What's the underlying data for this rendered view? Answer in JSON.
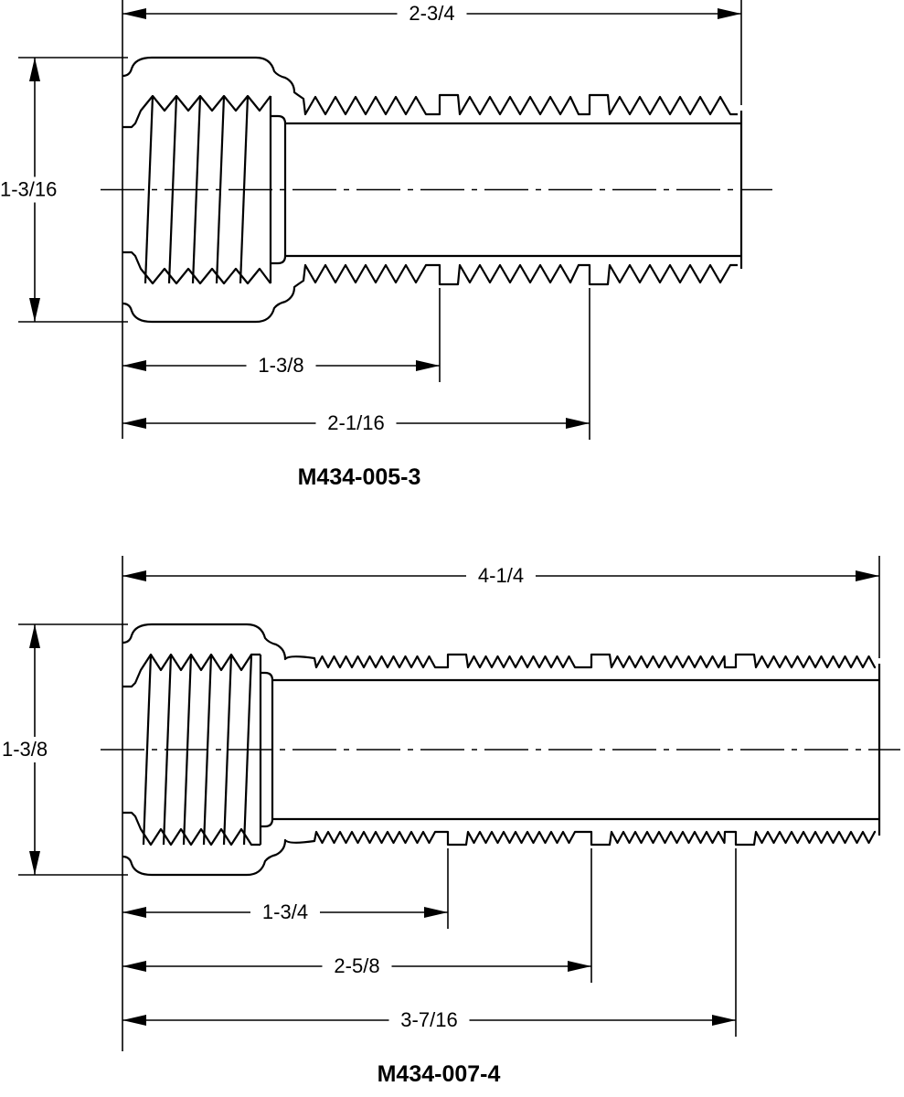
{
  "drawings": [
    {
      "title": "M434-005-3",
      "overall_length": "2-3/4",
      "height": "1-3/16",
      "groove_dims": [
        "1-3/8",
        "2-1/16"
      ]
    },
    {
      "title": "M434-007-4",
      "overall_length": "4-1/4",
      "height": "1-3/8",
      "groove_dims": [
        "1-3/4",
        "2-5/8",
        "3-7/16"
      ]
    }
  ]
}
